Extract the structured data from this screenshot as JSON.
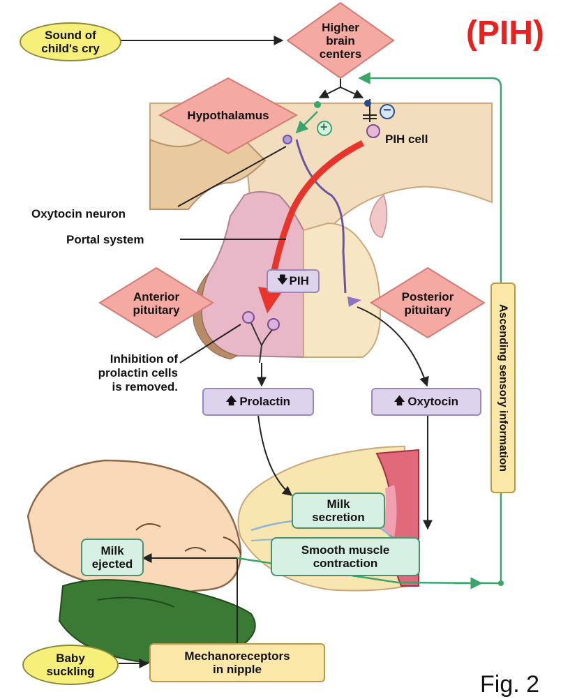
{
  "title": "(PIH)",
  "fig_label": "Fig. 2",
  "labels": {
    "sound_cry": "Sound of\nchild's cry",
    "higher_brain": "Higher\nbrain\ncenters",
    "hypothalamus": "Hypothalamus",
    "pih_cell": "PIH cell",
    "plus_sign": "+",
    "minus_sign": "−",
    "oxytocin_neuron": "Oxytocin neuron",
    "portal_system": "Portal system",
    "pih_decrease": "PIH",
    "anterior_pituitary": "Anterior\npituitary",
    "posterior_pituitary": "Posterior\npituitary",
    "inhibition_text": "Inhibition of\nprolactin cells\nis removed.",
    "prolactin": "Prolactin",
    "oxytocin": "Oxytocin",
    "ascending": "Ascending sensory information",
    "milk_secretion": "Milk\nsecretion",
    "smooth_muscle": "Smooth muscle\ncontraction",
    "milk_ejected": "Milk\nejected",
    "baby_suckling": "Baby\nsuckling",
    "mechanoreceptors": "Mechanoreceptors\nin nipple"
  },
  "colors": {
    "title": "#e8211f",
    "diamond_fill": "#f4a9a3",
    "oval_fill": "#f6f07a",
    "green_pathway": "#3aa56a",
    "red_arrow": "#e8342a",
    "purple_box": "#ddd3ec"
  }
}
